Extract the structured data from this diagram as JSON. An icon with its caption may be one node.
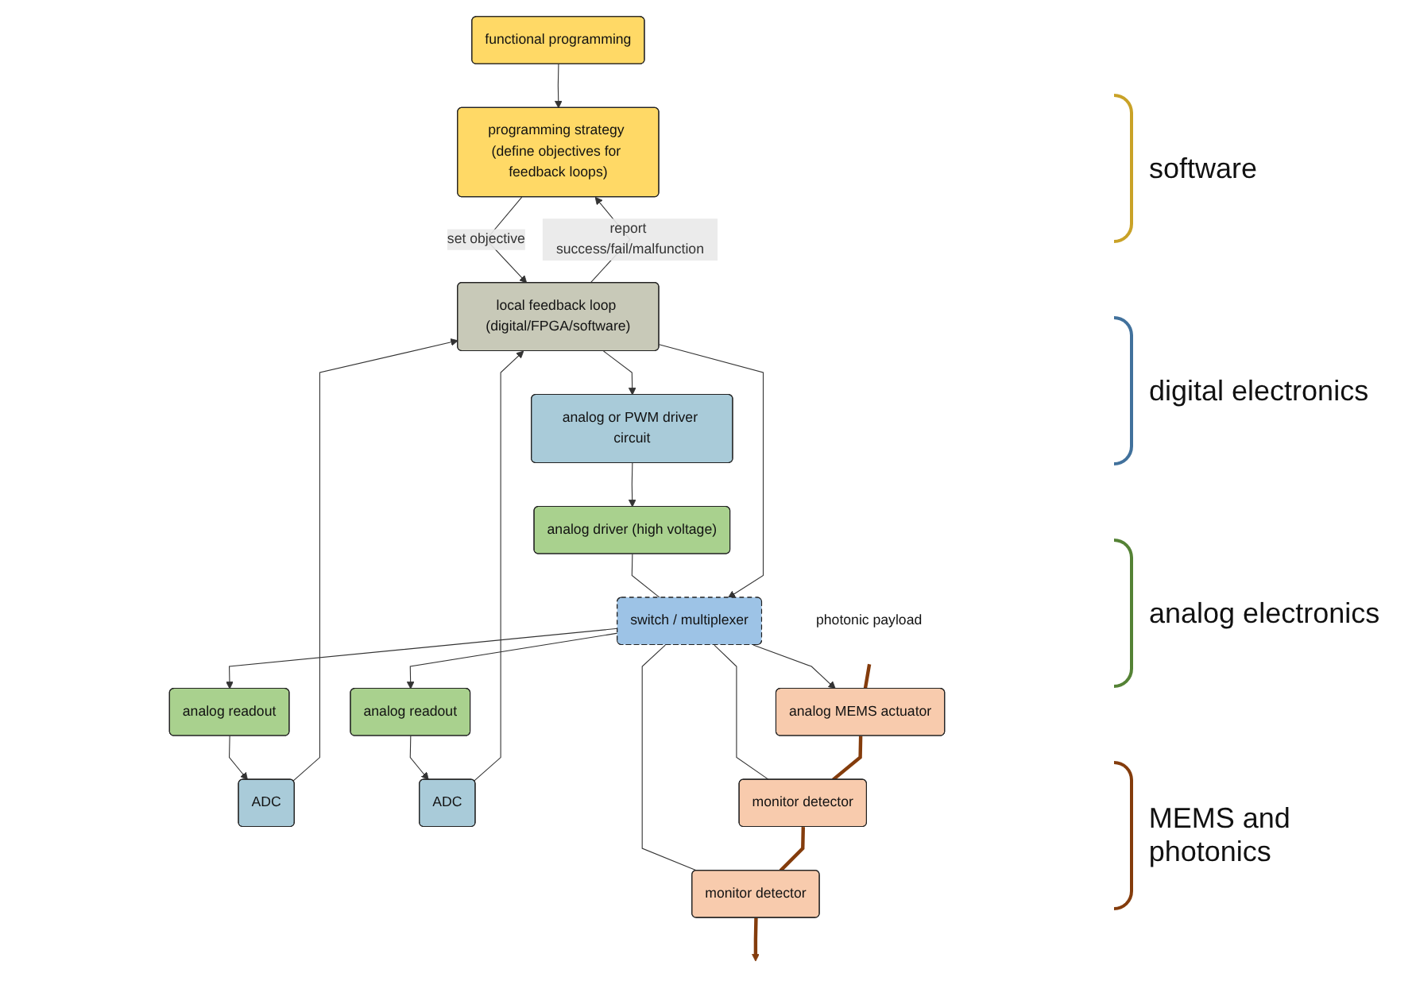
{
  "diagram": {
    "nodes": [
      {
        "text": [
          "functional programming"
        ]
      },
      {
        "text": [
          "programming strategy (define objectives for feedback loops)"
        ]
      },
      {
        "text": [
          "local feedback loop (digital/FPGA/software)"
        ]
      },
      {
        "text": [
          "analog or PWM driver circuit"
        ]
      },
      {
        "text": [
          "ADC"
        ]
      },
      {
        "text": [
          "ADC"
        ]
      },
      {
        "text": [
          "analog driver (high voltage)"
        ]
      },
      {
        "text": [
          "analog readout"
        ]
      },
      {
        "text": [
          "analog readout"
        ]
      },
      {
        "text": [
          "switch / multiplexer"
        ]
      },
      {
        "text": [
          "analog MEMS actuator"
        ]
      },
      {
        "text": [
          "monitor detector"
        ]
      },
      {
        "text": [
          "monitor detector"
        ]
      },
      {
        "text": [
          "photonic payload"
        ]
      }
    ],
    "edges": [
      {
        "from": 0,
        "to": 1,
        "arrow": "to"
      },
      {
        "from": 1,
        "to": 2,
        "arrow": "to",
        "label": "set objective"
      },
      {
        "from": 2,
        "to": 1,
        "arrow": "to",
        "label": "report success/fail/malfunction"
      },
      {
        "from": 2,
        "to": 3,
        "arrow": "to"
      },
      {
        "from": 3,
        "to": 6,
        "arrow": "to"
      },
      {
        "from": 6,
        "to": 9,
        "arrow": "none"
      },
      {
        "from": 2,
        "to": 9,
        "arrow": "to"
      },
      {
        "from": 9,
        "to": 10,
        "arrow": "to"
      },
      {
        "from": 9,
        "to": 11,
        "arrow": "none"
      },
      {
        "from": 9,
        "to": 12,
        "arrow": "none"
      },
      {
        "from": 9,
        "to": 7,
        "arrow": "to"
      },
      {
        "from": 9,
        "to": 8,
        "arrow": "to"
      },
      {
        "from": 7,
        "to": 4,
        "arrow": "to"
      },
      {
        "from": 8,
        "to": 5,
        "arrow": "to"
      },
      {
        "from": 4,
        "to": 2,
        "arrow": "to"
      },
      {
        "from": 5,
        "to": 2,
        "arrow": "to"
      },
      {
        "from": 13,
        "to": 10,
        "arrow": "none",
        "style": "thick",
        "color": "#843c0c"
      },
      {
        "from": 10,
        "to": 11,
        "arrow": "none",
        "style": "thick",
        "color": "#843c0c"
      },
      {
        "from": 11,
        "to": 12,
        "arrow": "none",
        "style": "thick",
        "color": "#843c0c"
      },
      {
        "from": 12,
        "to": null,
        "arrow": "to",
        "style": "thick",
        "color": "#843c0c"
      }
    ],
    "labels": [
      "software",
      "digital electronics",
      "analog electronics",
      "MEMS and photonics"
    ]
  }
}
